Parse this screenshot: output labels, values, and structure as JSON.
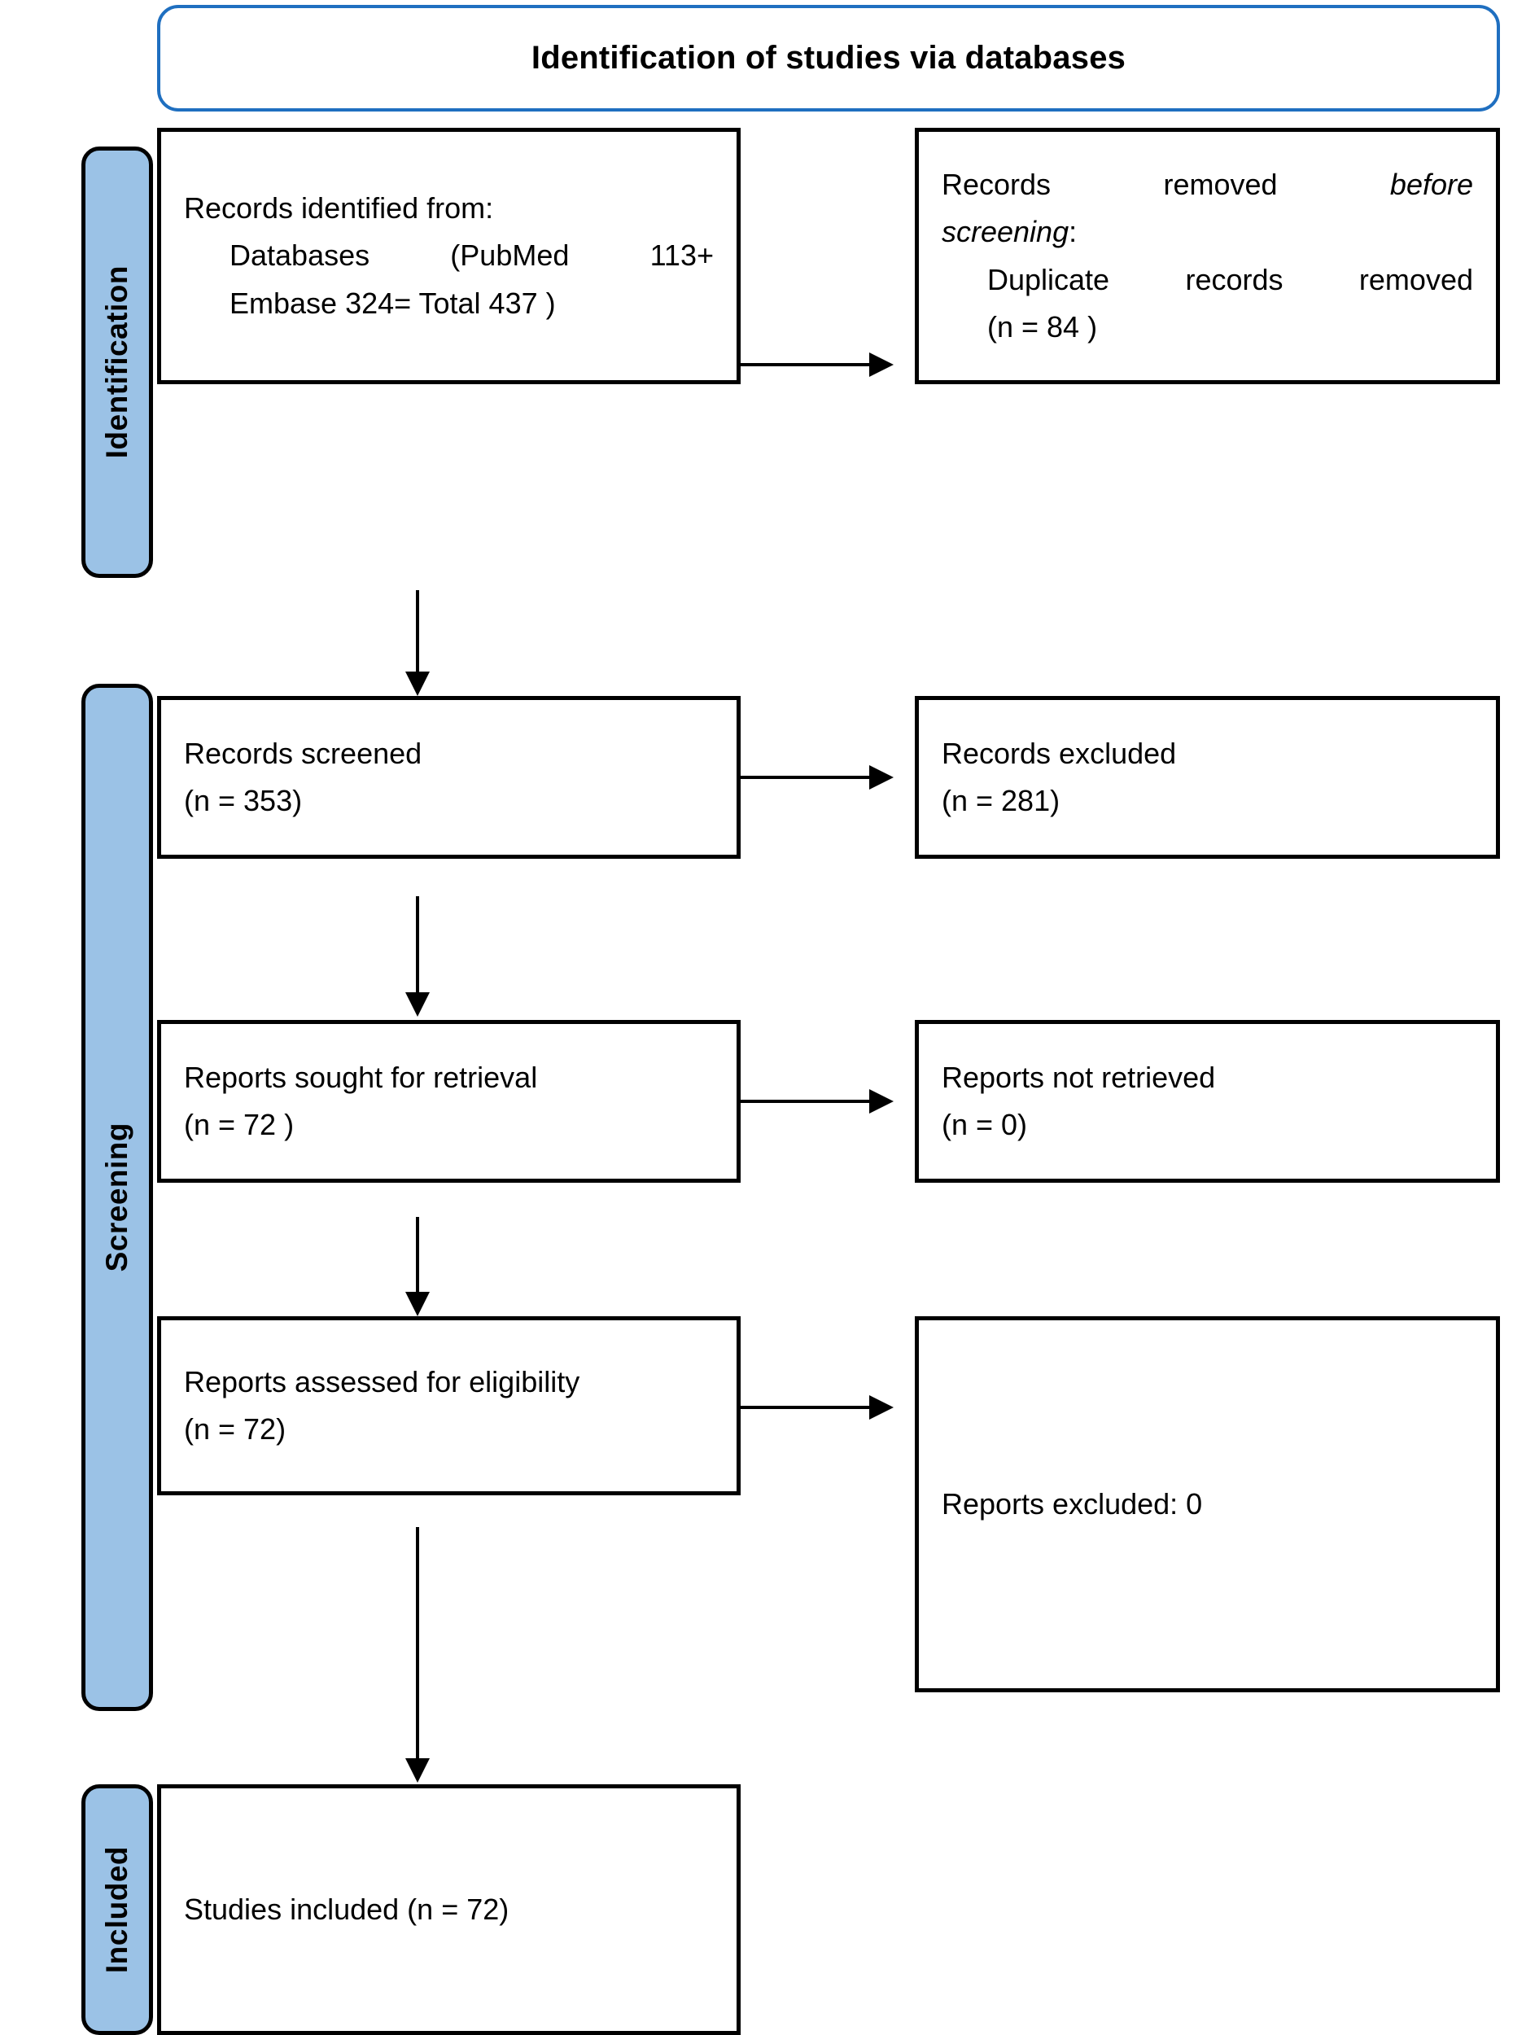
{
  "header": {
    "title": "Identification of studies via databases"
  },
  "stages": [
    {
      "key": "identification",
      "label": "Identification"
    },
    {
      "key": "screening",
      "label": "Screening"
    },
    {
      "key": "included",
      "label": "Included"
    }
  ],
  "boxes": {
    "identified": {
      "line1": "Records identified from:",
      "line2": "Databases (PubMed 113+",
      "line3": "Embase 324= Total 437 )"
    },
    "removed": {
      "line1_a": "Records removed ",
      "line1_b": "before",
      "line2_a": "screening",
      "line2_b": ":",
      "line3": "Duplicate records removed",
      "line4": "(n = 84 )"
    },
    "screened": {
      "line1": "Records screened",
      "line2": "(n = 353)"
    },
    "excluded": {
      "line1": "Records excluded",
      "line2": "(n = 281)"
    },
    "sought": {
      "line1": "Reports sought for retrieval",
      "line2": "(n = 72 )"
    },
    "not_retrieved": {
      "line1": "Reports not retrieved",
      "line2": "(n = 0)"
    },
    "assessed": {
      "line1": "Reports assessed for eligibility",
      "line2": "(n = 72)"
    },
    "reports_excluded": {
      "line1": "Reports excluded: 0"
    },
    "studies_included": {
      "line1": "Studies included (n = 72)"
    }
  },
  "colors": {
    "stage_fill": "#9BC2E6",
    "header_border": "#1F6FC0",
    "box_border": "#000000",
    "text": "#000000"
  }
}
